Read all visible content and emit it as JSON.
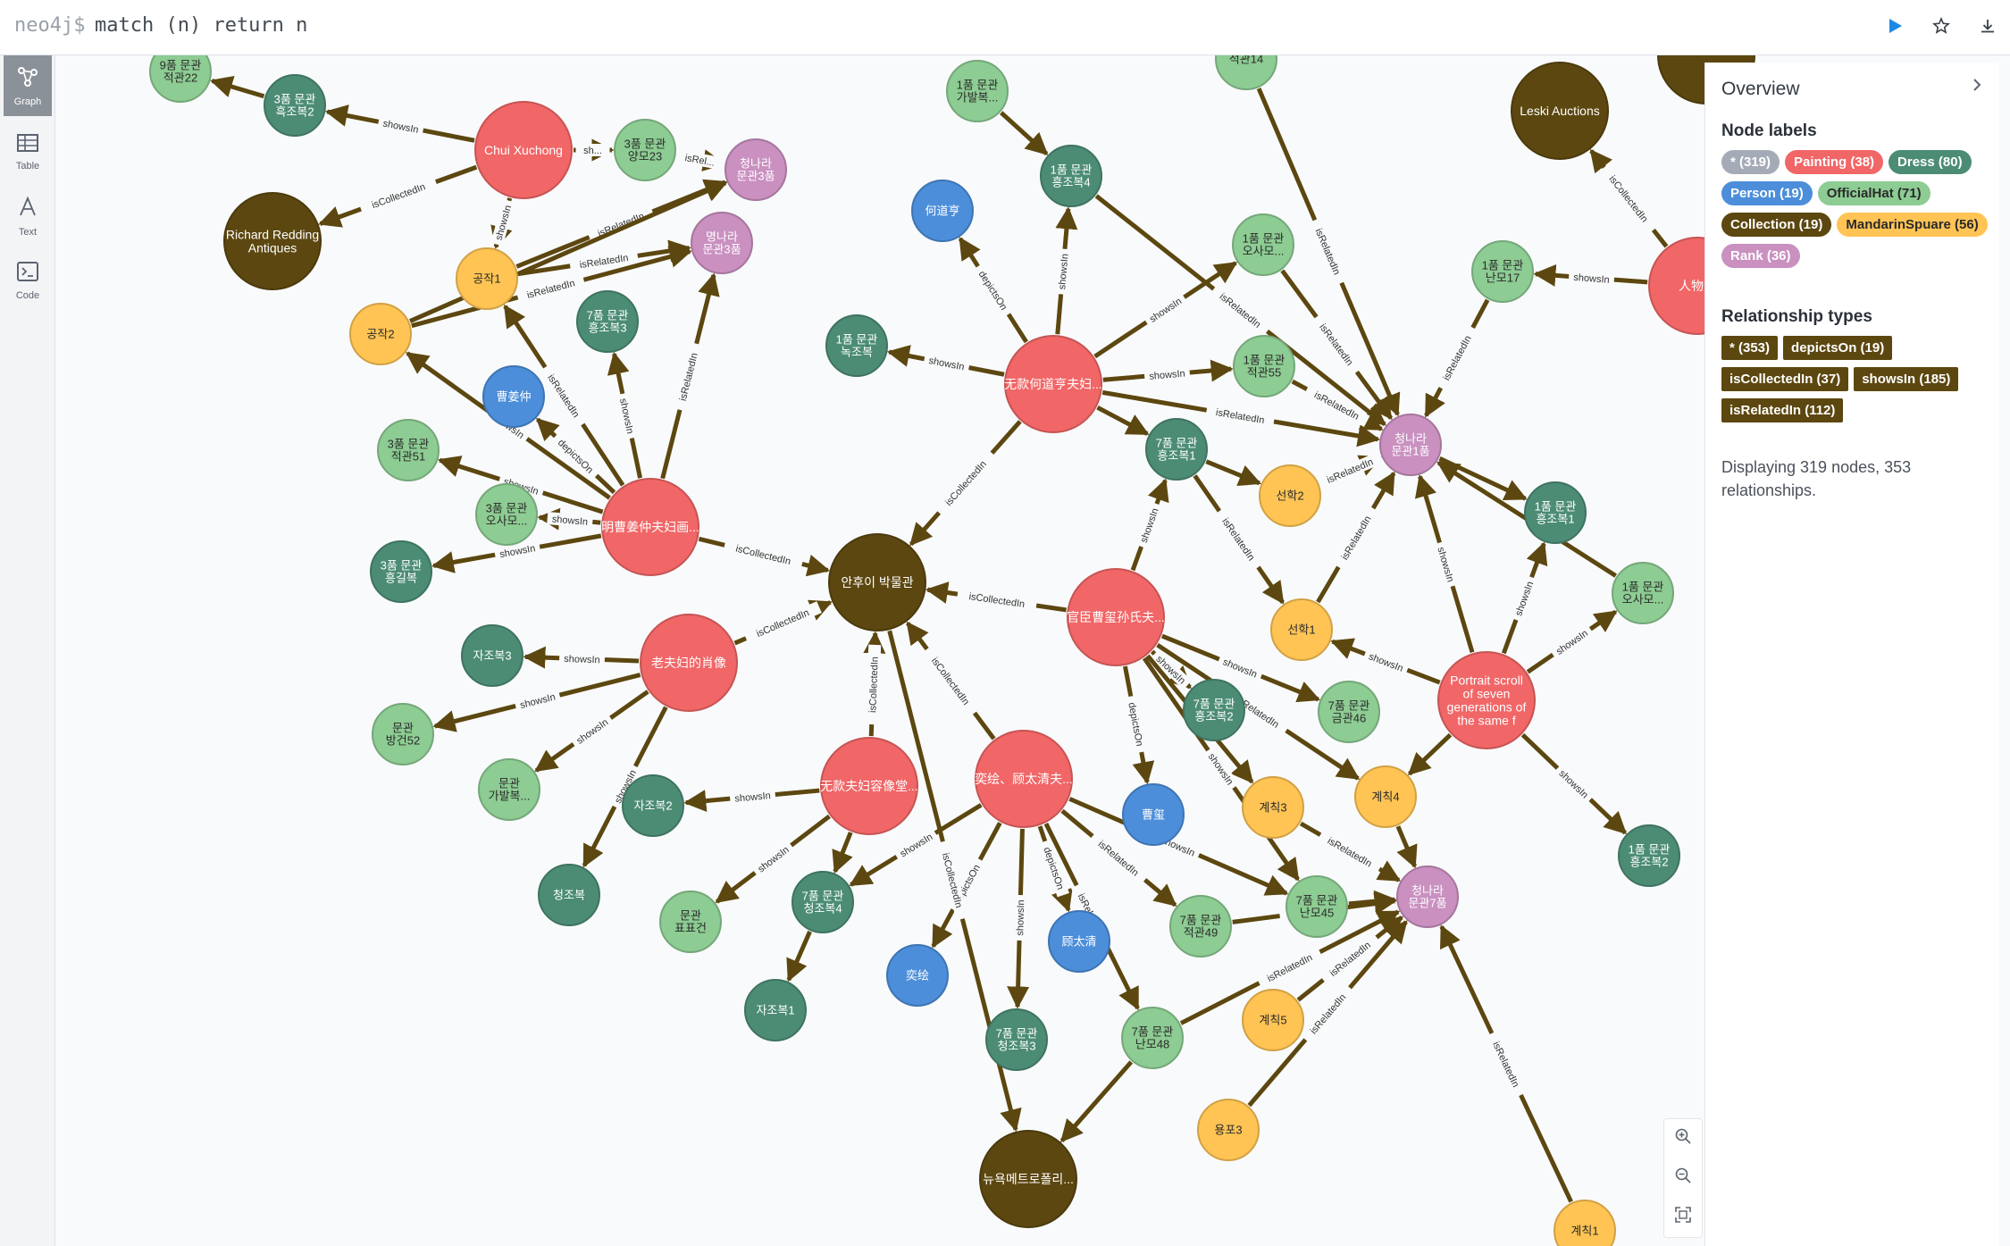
{
  "editor": {
    "prompt": "neo4j$",
    "query": "match (n) return n"
  },
  "sidebar": {
    "items": [
      {
        "label": "Graph",
        "icon": "graph-icon"
      },
      {
        "label": "Table",
        "icon": "table-icon"
      },
      {
        "label": "Text",
        "icon": "text-icon"
      },
      {
        "label": "Code",
        "icon": "code-icon"
      }
    ]
  },
  "overview": {
    "title": "Overview",
    "node_labels_heading": "Node labels",
    "node_labels": [
      {
        "text": "* (319)",
        "bg": "#a5abb6",
        "fg": "#ffffff"
      },
      {
        "text": "Painting (38)",
        "bg": "#f16667",
        "fg": "#ffffff"
      },
      {
        "text": "Dress (80)",
        "bg": "#4c8c75",
        "fg": "#ffffff"
      },
      {
        "text": "Person (19)",
        "bg": "#4c8eda",
        "fg": "#ffffff"
      },
      {
        "text": "OfficialHat (71)",
        "bg": "#8dcc93",
        "fg": "#2a2a2a"
      },
      {
        "text": "Collection (19)",
        "bg": "#5c4710",
        "fg": "#ffffff"
      },
      {
        "text": "MandarinSpuare (56)",
        "bg": "#ffc454",
        "fg": "#2a2a2a"
      },
      {
        "text": "Rank (36)",
        "bg": "#c990c0",
        "fg": "#ffffff"
      }
    ],
    "rel_types_heading": "Relationship types",
    "rel_types": [
      "* (353)",
      "depictsOn (19)",
      "isCollectedIn (37)",
      "showsIn (185)",
      "isRelatedIn (112)"
    ],
    "status": "Displaying 319 nodes, 353 relationships."
  },
  "colors": {
    "Painting": "#f16667",
    "Dress": "#4c8c75",
    "Person": "#4c8eda",
    "OfficialHat": "#8dcc93",
    "Collection": "#5c4710",
    "MandarinSpuare": "#ffc454",
    "Rank": "#c990c0",
    "edge": "#5c4710"
  },
  "graph": {
    "nodes": [
      {
        "id": "n1",
        "t": "OfficialHat",
        "l": "9품 문관\n적관22"
      },
      {
        "id": "n2",
        "t": "Dress",
        "l": "3품 문관\n흑조복2"
      },
      {
        "id": "n3",
        "t": "Painting",
        "l": "Chui Xuchong"
      },
      {
        "id": "n4",
        "t": "OfficialHat",
        "l": "3품 문관\n양모23"
      },
      {
        "id": "n5",
        "t": "Rank",
        "l": "청나라\n문관3품"
      },
      {
        "id": "n6",
        "t": "Collection",
        "l": "Richard Redding\nAntiques"
      },
      {
        "id": "n7",
        "t": "MandarinSpuare",
        "l": "공작1"
      },
      {
        "id": "n8",
        "t": "Rank",
        "l": "명나라\n문관3품"
      },
      {
        "id": "n9",
        "t": "MandarinSpuare",
        "l": "공작2"
      },
      {
        "id": "n10",
        "t": "Dress",
        "l": "7품 문관\n흥조복3"
      },
      {
        "id": "n11",
        "t": "Person",
        "l": "曹姜仲"
      },
      {
        "id": "n12",
        "t": "OfficialHat",
        "l": "3품 문관\n적관51"
      },
      {
        "id": "n13",
        "t": "OfficialHat",
        "l": "3품 문관\n오사모..."
      },
      {
        "id": "n14",
        "t": "Painting",
        "l": "明曹姜仲夫妇画..."
      },
      {
        "id": "n15",
        "t": "Dress",
        "l": "3품 문관\n흥길복"
      },
      {
        "id": "n16",
        "t": "Dress",
        "l": "자조복3"
      },
      {
        "id": "n17",
        "t": "Painting",
        "l": "老夫妇的肖像"
      },
      {
        "id": "n18",
        "t": "OfficialHat",
        "l": "문관\n방건52"
      },
      {
        "id": "n19",
        "t": "OfficialHat",
        "l": "문관\n가발복..."
      },
      {
        "id": "n20",
        "t": "Dress",
        "l": "자조복2"
      },
      {
        "id": "n21",
        "t": "Dress",
        "l": "청조복"
      },
      {
        "id": "n22",
        "t": "Collection",
        "l": "안후이 박물관"
      },
      {
        "id": "n23",
        "t": "Painting",
        "l": "无款夫妇容像堂..."
      },
      {
        "id": "n24",
        "t": "OfficialHat",
        "l": "문관\n표표건"
      },
      {
        "id": "n25",
        "t": "Dress",
        "l": "7품 문관\n청조복4"
      },
      {
        "id": "n26",
        "t": "Dress",
        "l": "자조복1"
      },
      {
        "id": "n27",
        "t": "Person",
        "l": "奕绘"
      },
      {
        "id": "n28",
        "t": "Painting",
        "l": "奕绘、顾太清夫..."
      },
      {
        "id": "n29",
        "t": "Person",
        "l": "顾太清"
      },
      {
        "id": "n30",
        "t": "Dress",
        "l": "7품 문관\n청조복3"
      },
      {
        "id": "n31",
        "t": "Collection",
        "l": "뉴욕메트로폴리..."
      },
      {
        "id": "n32",
        "t": "OfficialHat",
        "l": "1품 문관\n가발복..."
      },
      {
        "id": "n33",
        "t": "Dress",
        "l": "1품 문관\n흥조복4"
      },
      {
        "id": "n34",
        "t": "Person",
        "l": "何道亨"
      },
      {
        "id": "n35",
        "t": "Dress",
        "l": "1품 문관\n녹조복"
      },
      {
        "id": "n36",
        "t": "Painting",
        "l": "无款何道亨夫妇..."
      },
      {
        "id": "n37",
        "t": "OfficialHat",
        "l": "1품 문관\n오사모..."
      },
      {
        "id": "n38",
        "t": "OfficialHat",
        "l": "1품 문관\n적관55"
      },
      {
        "id": "n39",
        "t": "Dress",
        "l": "7품 문관\n흥조복1"
      },
      {
        "id": "n40",
        "t": "MandarinSpuare",
        "l": "선학2"
      },
      {
        "id": "n41",
        "t": "Rank",
        "l": "청나라\n문관1품"
      },
      {
        "id": "n42",
        "t": "Painting",
        "l": "官臣曹玺孙氏夫..."
      },
      {
        "id": "n43",
        "t": "MandarinSpuare",
        "l": "선학1"
      },
      {
        "id": "n44",
        "t": "Person",
        "l": "曹玺"
      },
      {
        "id": "n45",
        "t": "Dress",
        "l": "7품 문관\n흥조복2"
      },
      {
        "id": "n46",
        "t": "OfficialHat",
        "l": "7품 문관\n금관46"
      },
      {
        "id": "n47",
        "t": "MandarinSpuare",
        "l": "계칙3"
      },
      {
        "id": "n48",
        "t": "MandarinSpuare",
        "l": "계칙4"
      },
      {
        "id": "n49",
        "t": "OfficialHat",
        "l": "7품 문관\n적관49"
      },
      {
        "id": "n50",
        "t": "OfficialHat",
        "l": "7품 문관\n난모45"
      },
      {
        "id": "n51",
        "t": "Rank",
        "l": "청나라\n문관7품"
      },
      {
        "id": "n52",
        "t": "MandarinSpuare",
        "l": "계칙5"
      },
      {
        "id": "n53",
        "t": "OfficialHat",
        "l": "7품 문관\n난모48"
      },
      {
        "id": "n54",
        "t": "MandarinSpuare",
        "l": "용포3"
      },
      {
        "id": "n55",
        "t": "Painting",
        "l": "Portrait scroll\nof seven\ngenerations of\nthe same f"
      },
      {
        "id": "n56",
        "t": "Dress",
        "l": "1품 문관\n흥조복1"
      },
      {
        "id": "n57",
        "t": "OfficialHat",
        "l": "1품 문관\n오사모..."
      },
      {
        "id": "n58",
        "t": "Dress",
        "l": "1품 문관\n흥조복2"
      },
      {
        "id": "n59",
        "t": "Collection",
        "l": "Leski Auctions"
      },
      {
        "id": "n60",
        "t": "OfficialHat",
        "l": "1품 문관\n난모17"
      },
      {
        "id": "n61",
        "t": "Painting",
        "l": "人物畫"
      },
      {
        "id": "n62",
        "t": "OfficialHat",
        "l": "적관14"
      },
      {
        "id": "n63",
        "t": "MandarinSpuare",
        "l": "계칙1"
      },
      {
        "id": "n64",
        "t": "Collection",
        "l": ""
      }
    ],
    "edges": [
      {
        "s": "n3",
        "e": "n2",
        "l": "showsIn"
      },
      {
        "s": "n2",
        "e": "n1",
        "l": ""
      },
      {
        "s": "n3",
        "e": "n4",
        "l": "sh..."
      },
      {
        "s": "n4",
        "e": "n5",
        "l": "isRel..."
      },
      {
        "s": "n3",
        "e": "n6",
        "l": "isCollectedIn"
      },
      {
        "s": "n3",
        "e": "n7",
        "l": "showsIn"
      },
      {
        "s": "n7",
        "e": "n5",
        "l": "isRelatedIn"
      },
      {
        "s": "n7",
        "e": "n8",
        "l": "isRelatedIn"
      },
      {
        "s": "n9",
        "e": "n8",
        "l": "isRelatedIn"
      },
      {
        "s": "n9",
        "e": "n5",
        "l": ""
      },
      {
        "s": "n14",
        "e": "n10",
        "l": "showsIn"
      },
      {
        "s": "n14",
        "e": "n11",
        "l": "depictsOn"
      },
      {
        "s": "n14",
        "e": "n12",
        "l": "showsIn"
      },
      {
        "s": "n14",
        "e": "n13",
        "l": "showsIn"
      },
      {
        "s": "n14",
        "e": "n15",
        "l": "showsIn"
      },
      {
        "s": "n14",
        "e": "n9",
        "l": "showsIn"
      },
      {
        "s": "n14",
        "e": "n7",
        "l": "isRelatedIn"
      },
      {
        "s": "n14",
        "e": "n8",
        "l": "isRelatedIn"
      },
      {
        "s": "n14",
        "e": "n22",
        "l": "isCollectedIn"
      },
      {
        "s": "n17",
        "e": "n16",
        "l": "showsIn"
      },
      {
        "s": "n17",
        "e": "n18",
        "l": "showsIn"
      },
      {
        "s": "n17",
        "e": "n19",
        "l": "showsIn"
      },
      {
        "s": "n17",
        "e": "n21",
        "l": "showsIn"
      },
      {
        "s": "n17",
        "e": "n22",
        "l": "isCollectedIn"
      },
      {
        "s": "n23",
        "e": "n20",
        "l": "showsIn"
      },
      {
        "s": "n23",
        "e": "n24",
        "l": "showsIn"
      },
      {
        "s": "n23",
        "e": "n25",
        "l": ""
      },
      {
        "s": "n25",
        "e": "n26",
        "l": ""
      },
      {
        "s": "n23",
        "e": "n22",
        "l": "isCollectedIn"
      },
      {
        "s": "n28",
        "e": "n25",
        "l": "showsIn"
      },
      {
        "s": "n28",
        "e": "n27",
        "l": "depictsOn"
      },
      {
        "s": "n28",
        "e": "n29",
        "l": "depictsOn"
      },
      {
        "s": "n28",
        "e": "n30",
        "l": "showsIn"
      },
      {
        "s": "n28",
        "e": "n22",
        "l": "isCollectedIn"
      },
      {
        "s": "n28",
        "e": "n49",
        "l": "isRelatedIn"
      },
      {
        "s": "n28",
        "e": "n53",
        "l": "isRelatedIn"
      },
      {
        "s": "n28",
        "e": "n50",
        "l": "showsIn"
      },
      {
        "s": "n36",
        "e": "n34",
        "l": "depictsOn"
      },
      {
        "s": "n36",
        "e": "n35",
        "l": "showsIn"
      },
      {
        "s": "n36",
        "e": "n33",
        "l": "showsIn"
      },
      {
        "s": "n36",
        "e": "n37",
        "l": "showsIn"
      },
      {
        "s": "n36",
        "e": "n38",
        "l": "showsIn"
      },
      {
        "s": "n36",
        "e": "n39",
        "l": ""
      },
      {
        "s": "n36",
        "e": "n22",
        "l": "isCollectedIn"
      },
      {
        "s": "n36",
        "e": "n41",
        "l": "isRelatedIn"
      },
      {
        "s": "n32",
        "e": "n33",
        "l": ""
      },
      {
        "s": "n33",
        "e": "n41",
        "l": "isRelatedIn"
      },
      {
        "s": "n37",
        "e": "n41",
        "l": "isRelatedIn"
      },
      {
        "s": "n38",
        "e": "n41",
        "l": "isRelatedIn"
      },
      {
        "s": "n62",
        "e": "n41",
        "l": "isRelatedIn"
      },
      {
        "s": "n39",
        "e": "n40",
        "l": ""
      },
      {
        "s": "n40",
        "e": "n41",
        "l": "isRelatedIn"
      },
      {
        "s": "n43",
        "e": "n41",
        "l": "isRelatedIn"
      },
      {
        "s": "n39",
        "e": "n43",
        "l": "isRelatedIn"
      },
      {
        "s": "n42",
        "e": "n22",
        "l": "isCollectedIn"
      },
      {
        "s": "n42",
        "e": "n39",
        "l": "showsIn"
      },
      {
        "s": "n42",
        "e": "n44",
        "l": "depictsOn"
      },
      {
        "s": "n42",
        "e": "n45",
        "l": "showsIn"
      },
      {
        "s": "n42",
        "e": "n46",
        "l": "showsIn"
      },
      {
        "s": "n42",
        "e": "n47",
        "l": "showsIn"
      },
      {
        "s": "n42",
        "e": "n48",
        "l": "isRelatedIn"
      },
      {
        "s": "n42",
        "e": "n50",
        "l": "showsIn"
      },
      {
        "s": "n47",
        "e": "n51",
        "l": "isRelatedIn"
      },
      {
        "s": "n48",
        "e": "n51",
        "l": ""
      },
      {
        "s": "n49",
        "e": "n51",
        "l": "isRelatedIn"
      },
      {
        "s": "n50",
        "e": "n51",
        "l": ""
      },
      {
        "s": "n52",
        "e": "n51",
        "l": "isRelatedIn"
      },
      {
        "s": "n53",
        "e": "n51",
        "l": "isRelatedIn"
      },
      {
        "s": "n54",
        "e": "n51",
        "l": "isRelatedIn"
      },
      {
        "s": "n53",
        "e": "n31",
        "l": ""
      },
      {
        "s": "n55",
        "e": "n43",
        "l": "showsIn"
      },
      {
        "s": "n55",
        "e": "n48",
        "l": ""
      },
      {
        "s": "n55",
        "e": "n56",
        "l": "showsIn"
      },
      {
        "s": "n55",
        "e": "n57",
        "l": "showsIn"
      },
      {
        "s": "n55",
        "e": "n58",
        "l": "showsIn"
      },
      {
        "s": "n55",
        "e": "n41",
        "l": "showsIn"
      },
      {
        "s": "n41",
        "e": "n56",
        "l": ""
      },
      {
        "s": "n57",
        "e": "n41",
        "l": ""
      },
      {
        "s": "n61",
        "e": "n59",
        "l": "isCollectedIn"
      },
      {
        "s": "n61",
        "e": "n60",
        "l": "showsIn"
      },
      {
        "s": "n60",
        "e": "n41",
        "l": "isRelatedIn"
      },
      {
        "s": "n63",
        "e": "n51",
        "l": "isRelatedIn"
      },
      {
        "s": "n22",
        "e": "n31",
        "l": "isCollectedIn"
      }
    ]
  }
}
